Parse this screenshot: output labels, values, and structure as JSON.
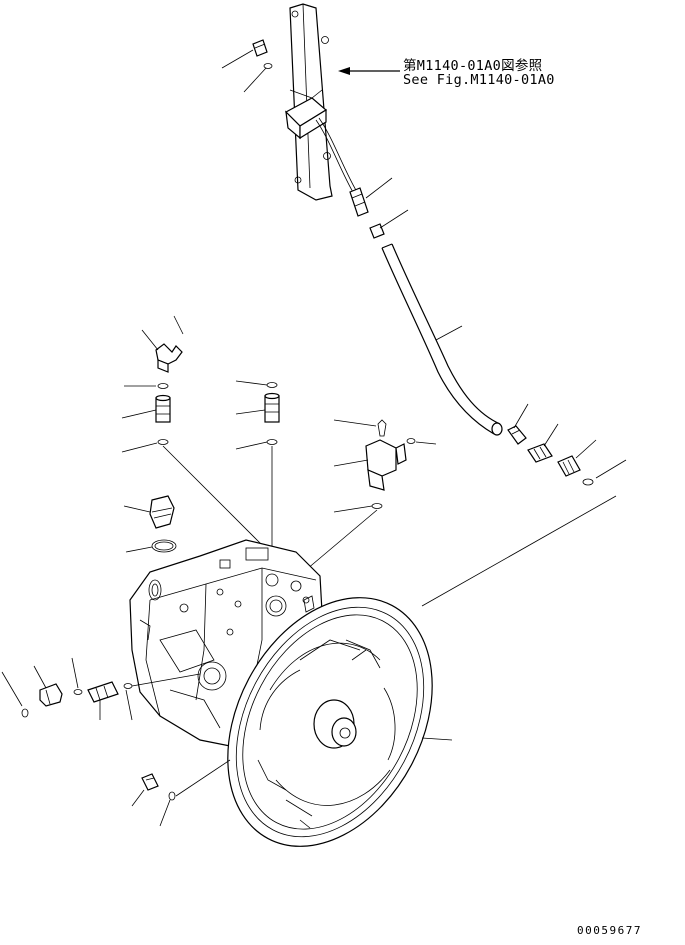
{
  "figure": {
    "reference_note_jp": "第M1140-01A0図参照",
    "reference_note_en": "See Fig.M1140-01A0",
    "drawing_number": "00059677"
  },
  "colors": {
    "line": "#000000",
    "background": "#ffffff"
  }
}
